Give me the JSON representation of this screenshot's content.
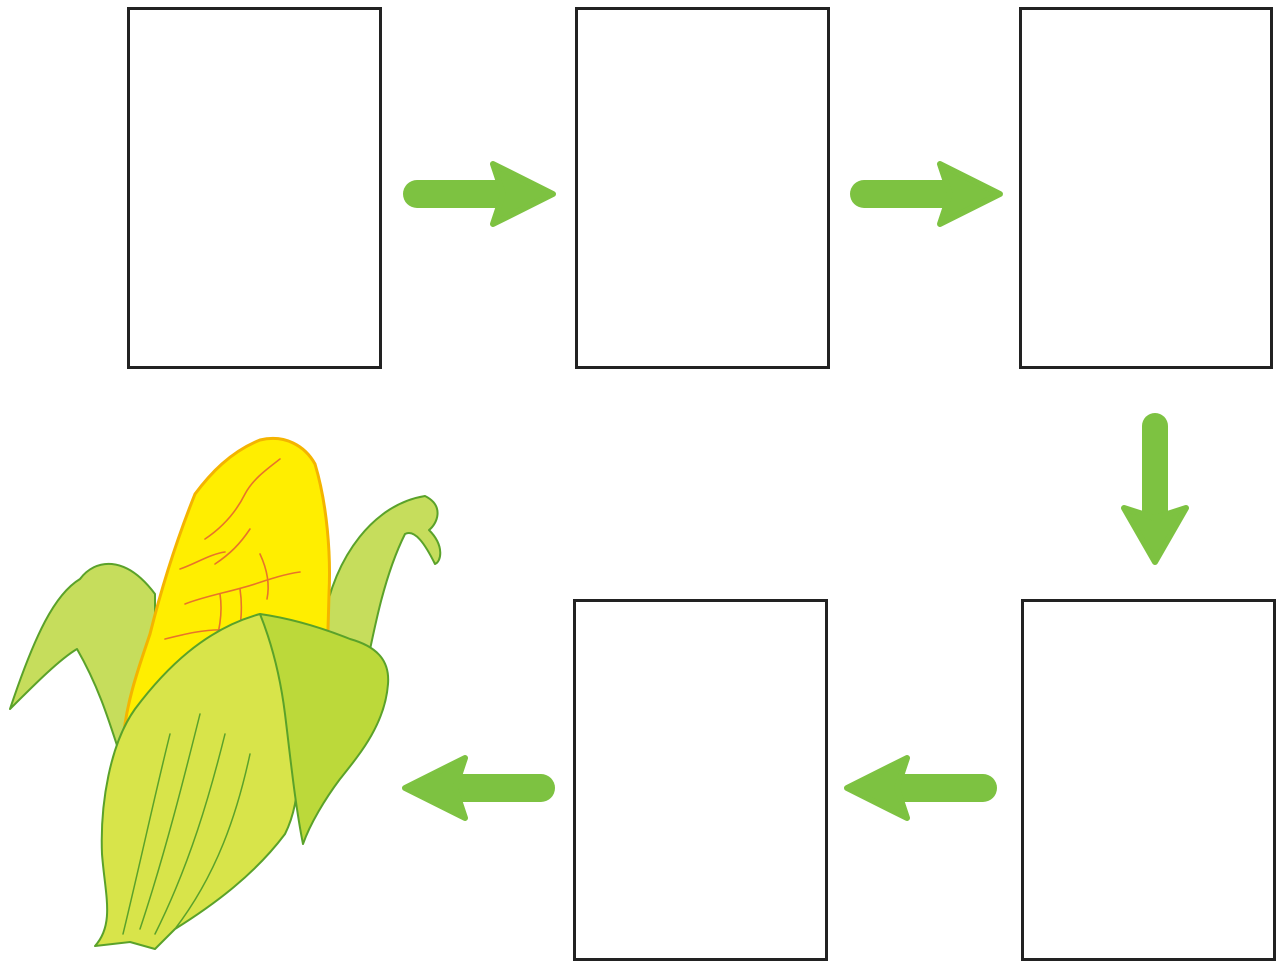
{
  "diagram": {
    "boxes": [
      {
        "id": "box-1",
        "text": ""
      },
      {
        "id": "box-2",
        "text": ""
      },
      {
        "id": "box-3",
        "text": ""
      },
      {
        "id": "box-4",
        "text": ""
      },
      {
        "id": "box-5",
        "text": ""
      }
    ],
    "arrows": [
      {
        "from": "box-1",
        "to": "box-2",
        "direction": "right"
      },
      {
        "from": "box-2",
        "to": "box-3",
        "direction": "right"
      },
      {
        "from": "box-3",
        "to": "box-4",
        "direction": "down"
      },
      {
        "from": "box-4",
        "to": "box-5",
        "direction": "left"
      },
      {
        "from": "box-5",
        "to": "corn-illustration",
        "direction": "left"
      }
    ],
    "illustration": {
      "subject": "corn-cob-icon"
    },
    "colors": {
      "arrow": "#7dc241",
      "box_border": "#222222",
      "corn_kernels": "#ffee00",
      "husk_light": "#d8e44a",
      "husk_dark": "#bcd93a",
      "outline": "#5aa22a",
      "kernel_lines": "#e8742a"
    }
  }
}
